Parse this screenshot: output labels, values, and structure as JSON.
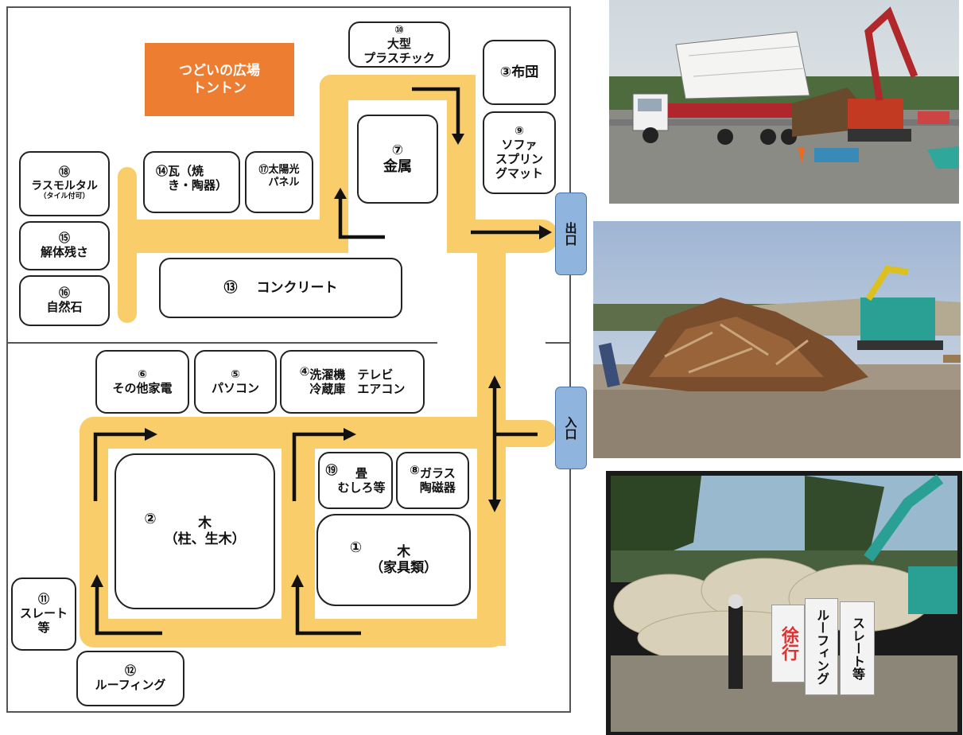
{
  "plaza": {
    "line1": "つどいの広場",
    "line2": "トントン"
  },
  "gates": {
    "exit": "出口",
    "entrance": "入口"
  },
  "areas": {
    "plastic": {
      "num": "⑩",
      "label": "大型\nプラスチック"
    },
    "futon": {
      "num": "③",
      "label": "布団"
    },
    "sofa": {
      "num": "⑨",
      "label": "ソファ\nスプリン\nグマット"
    },
    "metal": {
      "num": "⑦",
      "label": "金属"
    },
    "lath_mortar": {
      "num": "⑱",
      "label": "ラスモルタル",
      "note": "（タイル付可）"
    },
    "tiles": {
      "num": "⑭",
      "label": "瓦（焼\nき・陶器）"
    },
    "solar": {
      "num": "⑰",
      "label": "太陽光\nパネル"
    },
    "demolition": {
      "num": "⑮",
      "label": "解体残さ"
    },
    "natural_stone": {
      "num": "⑯",
      "label": "自然石"
    },
    "concrete": {
      "num": "⑬",
      "label": "コンクリート"
    },
    "other_appliances": {
      "num": "⑥",
      "label": "その他家電"
    },
    "pc": {
      "num": "⑤",
      "label": "パソコン"
    },
    "appliances4": {
      "num": "④",
      "label": "洗濯機　テレビ\n冷蔵庫　エアコン"
    },
    "tatami": {
      "num": "⑲",
      "label": "畳\nむしろ等"
    },
    "glass": {
      "num": "⑧",
      "label": "ガラス\n陶磁器"
    },
    "wood_pillars": {
      "num": "②",
      "label": "木\n（柱、生木）"
    },
    "wood_furniture": {
      "num": "①",
      "label": "木\n（家具類）"
    },
    "slate": {
      "num": "⑪",
      "label": "スレート\n等"
    },
    "roofing": {
      "num": "⑫",
      "label": "ルーフィング"
    }
  },
  "photo3_signs": {
    "slow": "徐行",
    "roofing": "ルーフィング",
    "slate": "スレート等"
  },
  "colors": {
    "road": "#f9cd6a",
    "plaza": "#ed7d31",
    "gate": "#8fb4de"
  }
}
